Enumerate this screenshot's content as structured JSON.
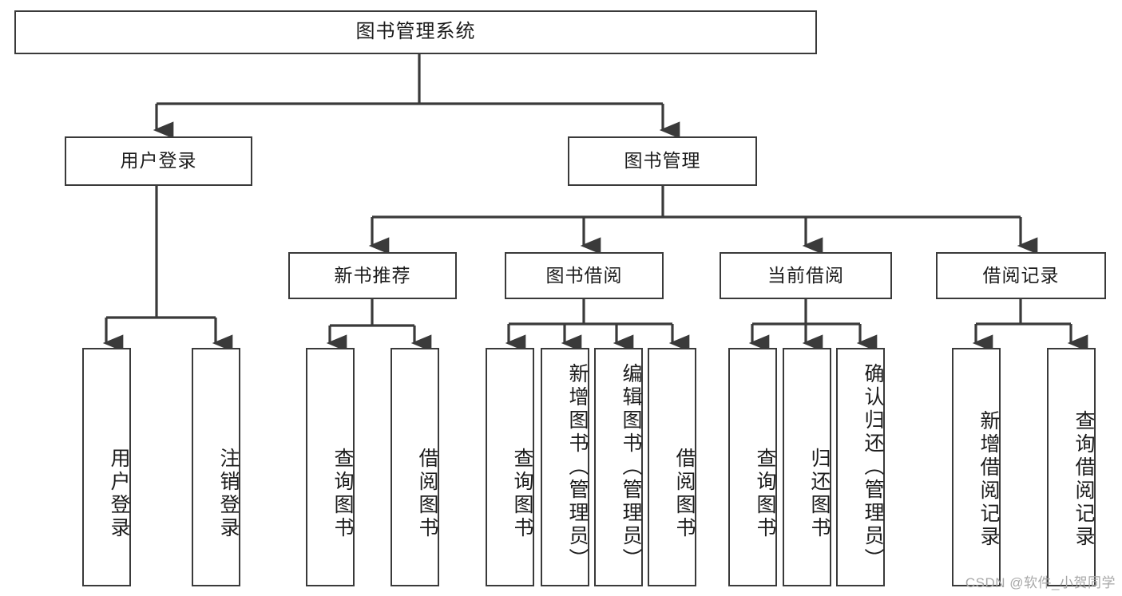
{
  "diagram": {
    "title": "图书管理系统",
    "type": "tree",
    "colors": {
      "box_border": "#3a3a3a",
      "box_fill": "#ffffff",
      "connector": "#3a3a3a",
      "text": "#1c1c1c",
      "watermark": "#a8a8a8",
      "background": "#ffffff"
    },
    "root": {
      "label": "图书管理系统"
    },
    "level2": [
      {
        "label": "用户登录"
      },
      {
        "label": "图书管理"
      }
    ],
    "level3": [
      {
        "label": "新书推荐"
      },
      {
        "label": "图书借阅"
      },
      {
        "label": "当前借阅"
      },
      {
        "label": "借阅记录"
      }
    ],
    "leaves": {
      "user_login": [
        {
          "label": "用户登录"
        },
        {
          "label": "注销登录"
        }
      ],
      "new_book_recommend": [
        {
          "label": "查询图书"
        },
        {
          "label": "借阅图书"
        }
      ],
      "book_borrow": [
        {
          "label": "查询图书"
        },
        {
          "label": "新增图书（管理员）"
        },
        {
          "label": "编辑图书（管理员）"
        },
        {
          "label": "借阅图书"
        }
      ],
      "current_borrow": [
        {
          "label": "查询图书"
        },
        {
          "label": "归还图书"
        },
        {
          "label": "确认归还（管理员）"
        }
      ],
      "borrow_records": [
        {
          "label": "新增借阅记录"
        },
        {
          "label": "查询借阅记录"
        }
      ]
    }
  },
  "watermark": {
    "text": "CSDN @软件_小贺同学"
  }
}
